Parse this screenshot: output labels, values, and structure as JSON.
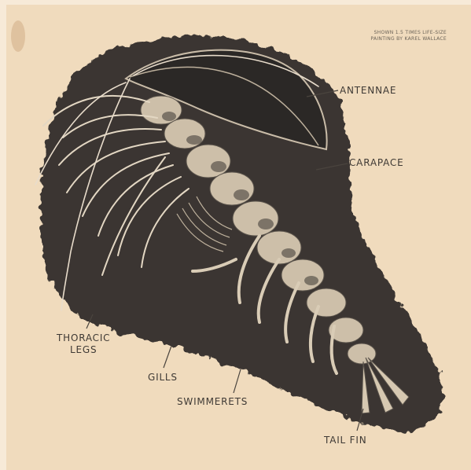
{
  "credit": {
    "line1": "SHOWN 1.5 TIMES LIFE-SIZE",
    "line2": "PAINTING BY KAREL WALLACE"
  },
  "labels": {
    "antennae": "ANTENNAE",
    "carapace": "CARAPACE",
    "thoracic_legs_line1": "THORACIC",
    "thoracic_legs_line2": "LEGS",
    "gills": "GILLS",
    "swimmerets": "SWIMMERETS",
    "tail_fin": "TAIL FIN"
  }
}
